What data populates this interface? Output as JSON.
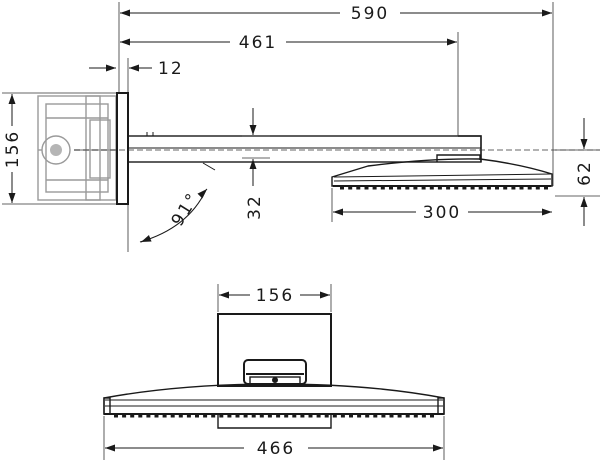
{
  "dimensions": {
    "total_length": "590",
    "arm_length": "461",
    "plate_thickness": "12",
    "plate_height_side": "156",
    "head_offset": "32",
    "head_height": "62",
    "head_depth": "300",
    "angle": "91°",
    "plate_width_front": "156",
    "head_width_front": "466"
  },
  "colors": {
    "line": "#1a1a1a",
    "hidden_part": "#9a9a9a"
  }
}
